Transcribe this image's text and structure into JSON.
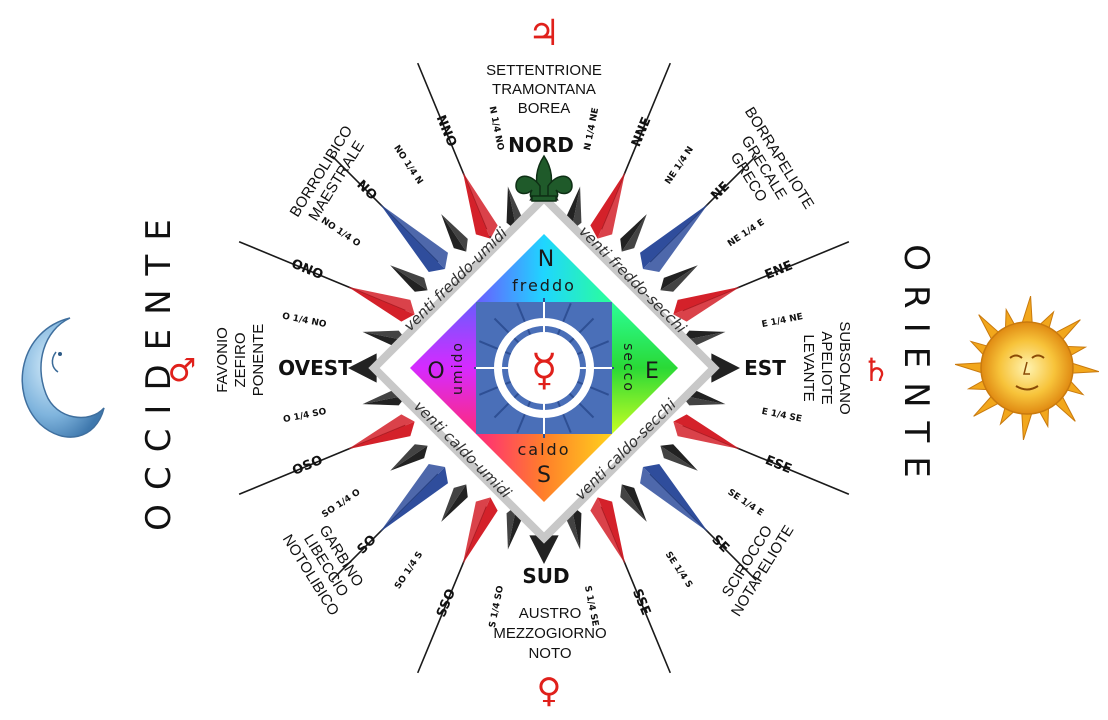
{
  "colors": {
    "ray": "#1a1a1a",
    "red": "#d4212a",
    "blue": "#2f4d9c",
    "dark_needle": "#222222",
    "square_border": "#c8c8c8",
    "inner_blue": "#4a6fb8",
    "planet": "#e0201b",
    "fleur": "#1f5a2a",
    "q_north": [
      "#6a5cff",
      "#1fd6ff",
      "#2bff98"
    ],
    "q_east": [
      "#2bff98",
      "#2ad936",
      "#b2ff22"
    ],
    "q_south": [
      "#ffd21c",
      "#ff7f2a",
      "#ff2a7a"
    ],
    "q_west": [
      "#ff2a7a",
      "#d62aff",
      "#6a5cff"
    ]
  },
  "icons": {
    "jupiter": "jupiter-symbol-icon",
    "saturn": "saturn-symbol-icon",
    "venus": "venus-symbol-icon",
    "mars": "mars-symbol-icon",
    "mercury": "mercury-symbol-icon",
    "moon": "crescent-moon-face-icon",
    "sun": "sun-face-icon",
    "fleur": "fleur-de-lis-icon"
  },
  "glyphs": {
    "jupiter": "♃",
    "saturn": "♄",
    "venus": "♀",
    "mars": "♂",
    "mercury": "☿"
  },
  "sides": {
    "occidente": "OCCIDENTE",
    "oriente": "ORIENTE"
  },
  "cardinals": {
    "nord": "NORD",
    "sud": "SUD",
    "est": "EST",
    "ovest": "OVEST"
  },
  "winds": {
    "north": [
      "SETTENTRIONE",
      "TRAMONTANA",
      "BOREA"
    ],
    "south": [
      "AUSTRO",
      "MEZZOGIORNO",
      "NOTO"
    ],
    "east": [
      "SUBSOLANO",
      "APELIOTE",
      "LEVANTE"
    ],
    "west": [
      "FAVONIO",
      "ZEFIRO",
      "PONENTE"
    ],
    "northeast": [
      "BORRAPELIOTE",
      "GRECALE",
      "GRECO"
    ],
    "northwest": [
      "BORROLIBICO",
      "MAESTRALE"
    ],
    "southwest": [
      "GARBINO",
      "LIBECCIO",
      "NOTOLIBICO"
    ],
    "southeast": [
      "SCIROCCO",
      "NOTAPELIOTE"
    ]
  },
  "points": [
    "N 1/4 NE",
    "NNE",
    "NE 1/4 N",
    "NE",
    "NE 1/4 E",
    "ENE",
    "E 1/4 NE",
    "E 1/4 SE",
    "ESE",
    "SE 1/4 E",
    "SE",
    "SE 1/4 S",
    "SSE",
    "S 1/4 SE",
    "S 1/4 SO",
    "SSO",
    "SO 1/4 S",
    "SO",
    "SO 1/4 O",
    "OSO",
    "O 1/4 SO",
    "O 1/4 NO",
    "ONO",
    "NO 1/4 O",
    "NO",
    "NO 1/4 N",
    "NNO",
    "N 1/4 NO"
  ],
  "square": {
    "n": "N",
    "e": "E",
    "s": "S",
    "o": "O",
    "freddo": "freddo",
    "secco": "secco",
    "caldo": "caldo",
    "umido": "umido",
    "band_nw": "venti freddo-umidi",
    "band_ne": "venti freddo-secchi",
    "band_se": "venti caldo-secchi",
    "band_sw": "venti caldo-umidi"
  }
}
